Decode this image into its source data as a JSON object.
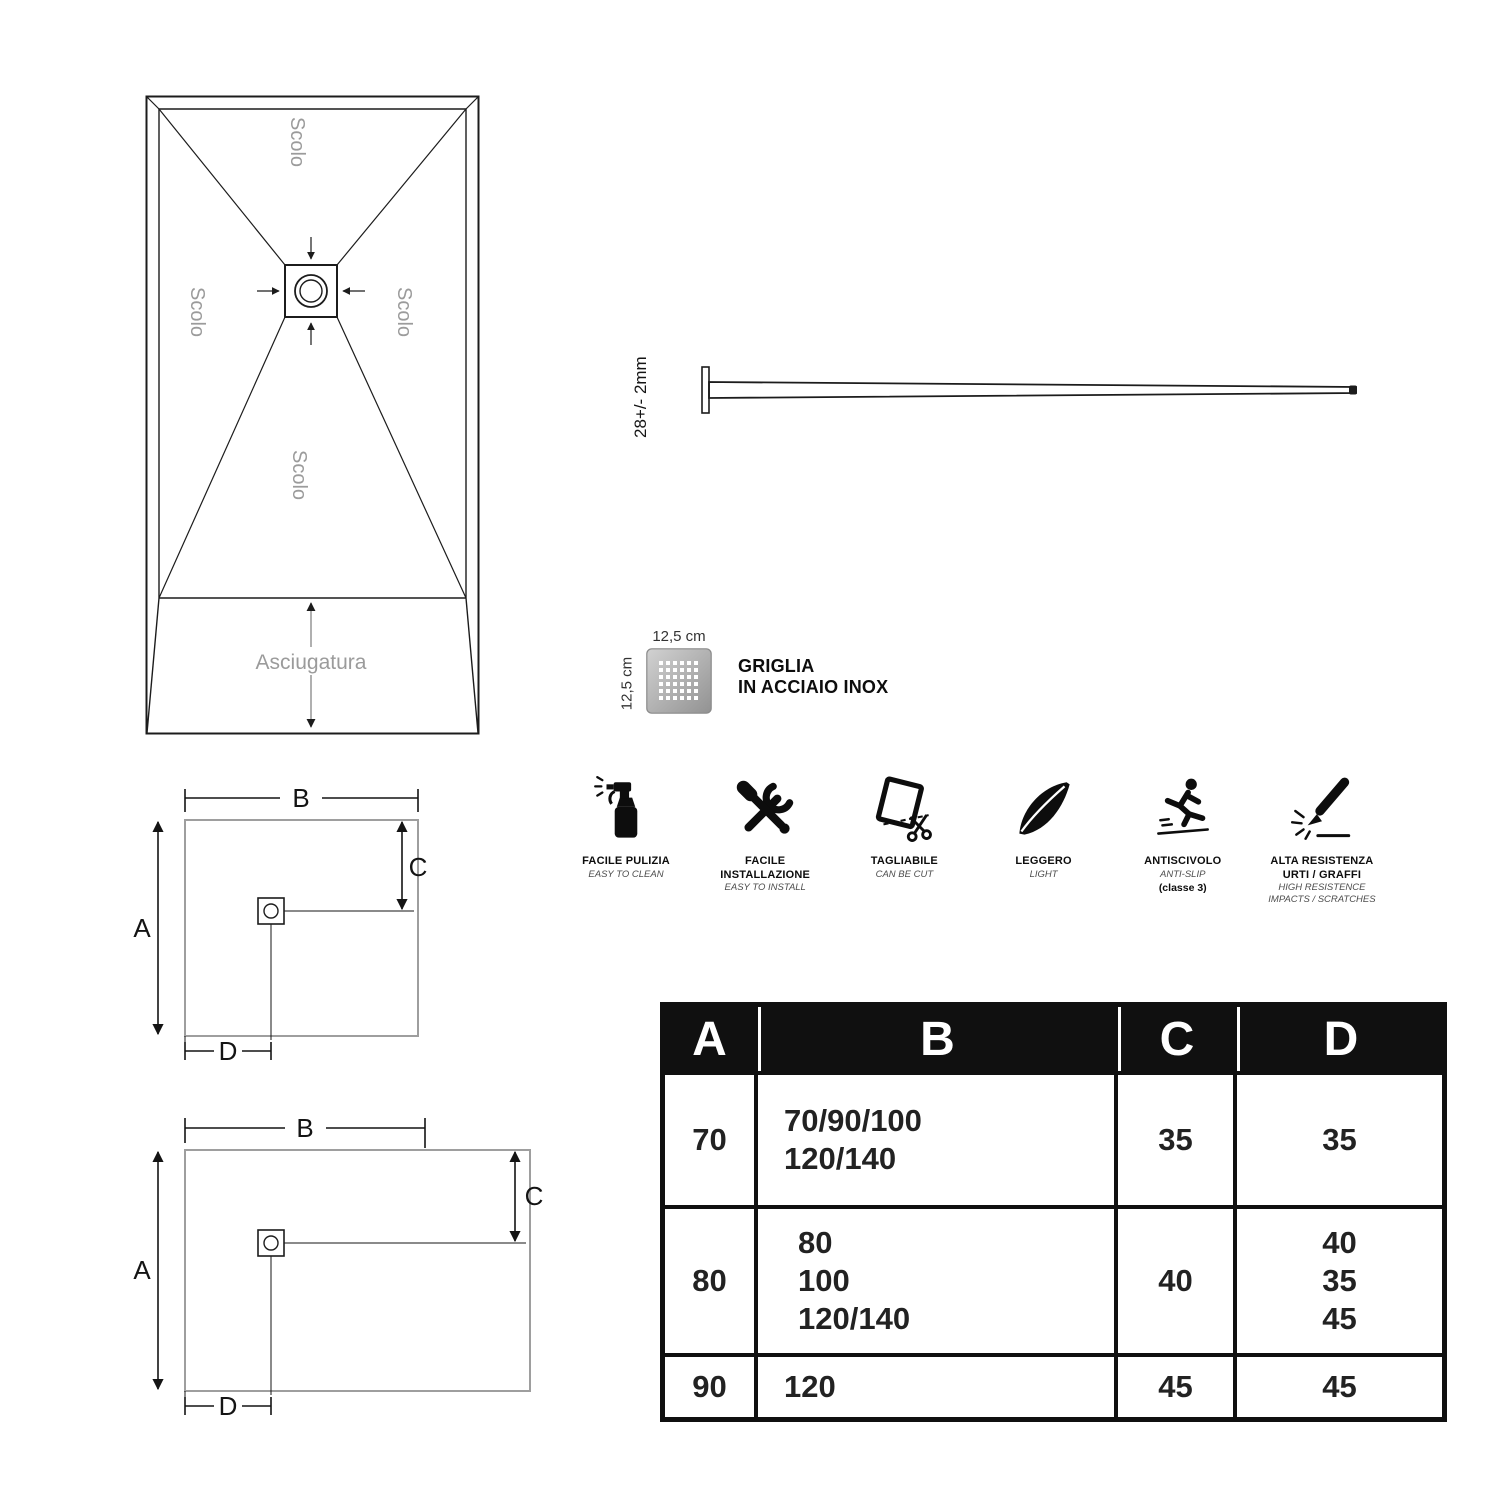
{
  "tray_top_view": {
    "labels": {
      "scolo_top": "Scolo",
      "scolo_left": "Scolo",
      "scolo_right": "Scolo",
      "scolo_bottom": "Scolo",
      "asciugatura": "Asciugatura"
    }
  },
  "profile_view": {
    "thickness": "28+/- 2mm"
  },
  "grille": {
    "width": "12,5 cm",
    "height": "12,5 cm",
    "title1": "GRIGLIA",
    "title2": "IN ACCIAIO INOX"
  },
  "features": [
    {
      "icon": "spray-bottle-icon",
      "title1": "FACILE PULIZIA",
      "title2": "",
      "sub1": "EASY TO CLEAN",
      "sub2": "",
      "note": ""
    },
    {
      "icon": "tools-icon",
      "title1": "FACILE INSTALLAZIONE",
      "title2": "",
      "sub1": "EASY TO INSTALL",
      "sub2": "",
      "note": ""
    },
    {
      "icon": "cuttable-icon",
      "title1": "TAGLIABILE",
      "title2": "",
      "sub1": "CAN BE CUT",
      "sub2": "",
      "note": ""
    },
    {
      "icon": "feather-icon",
      "title1": "LEGGERO",
      "title2": "",
      "sub1": "LIGHT",
      "sub2": "",
      "note": ""
    },
    {
      "icon": "anti-slip-icon",
      "title1": "ANTISCIVOLO",
      "title2": "",
      "sub1": "ANTI-SLIP",
      "sub2": "",
      "note": "(classe 3)"
    },
    {
      "icon": "scratch-resistant-icon",
      "title1": "ALTA RESISTENZA",
      "title2": "URTI / GRAFFI",
      "sub1": "HIGH RESISTENCE",
      "sub2": "IMPACTS / SCRATCHES",
      "note": ""
    }
  ],
  "dim_square": {
    "a": "A",
    "b": "B",
    "c": "C",
    "d": "D"
  },
  "dim_rect": {
    "a": "A",
    "b": "B",
    "c": "C",
    "d": "D"
  },
  "size_table": {
    "headers": {
      "a": "A",
      "b": "B",
      "c": "C",
      "d": "D"
    },
    "rows": [
      {
        "a": "70",
        "b1": "70/90/100",
        "b2": "120/140",
        "b3": "",
        "c": "35",
        "d1": "35",
        "d2": "",
        "d3": ""
      },
      {
        "a": "80",
        "b1": "80",
        "b2": "100",
        "b3": "120/140",
        "c": "40",
        "d1": "40",
        "d2": "35",
        "d3": "45"
      },
      {
        "a": "90",
        "b1": "120",
        "b2": "",
        "b3": "",
        "c": "45",
        "d1": "45",
        "d2": "",
        "d3": ""
      }
    ]
  },
  "colors": {
    "ink": "#1c1c1c",
    "gray_label": "#9b9b9b",
    "table_header_bg": "#101010"
  }
}
